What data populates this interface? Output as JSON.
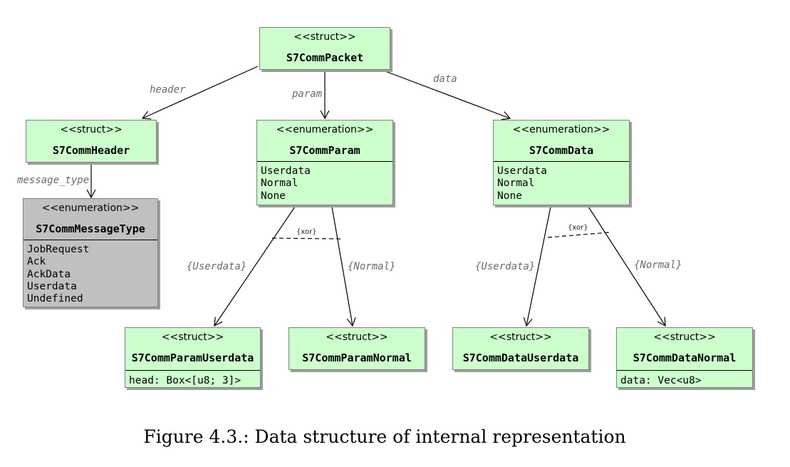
{
  "boxes": {
    "packet": {
      "stereotype": "<<struct>>",
      "name": "S7CommPacket",
      "attrs": []
    },
    "header": {
      "stereotype": "<<struct>>",
      "name": "S7CommHeader",
      "attrs": []
    },
    "param": {
      "stereotype": "<<enumeration>>",
      "name": "S7CommParam",
      "attrs": [
        "Userdata",
        "Normal",
        "None"
      ]
    },
    "data": {
      "stereotype": "<<enumeration>>",
      "name": "S7CommData",
      "attrs": [
        "Userdata",
        "Normal",
        "None"
      ]
    },
    "msgtype": {
      "stereotype": "<<enumeration>>",
      "name": "S7CommMessageType",
      "attrs": [
        "JobRequest",
        "Ack",
        "AckData",
        "Userdata",
        "Undefined"
      ]
    },
    "param_userdata": {
      "stereotype": "<<struct>>",
      "name": "S7CommParamUserdata",
      "attrs": [
        "head: Box<[u8; 3]>"
      ]
    },
    "param_normal": {
      "stereotype": "<<struct>>",
      "name": "S7CommParamNormal",
      "attrs": []
    },
    "data_userdata": {
      "stereotype": "<<struct>>",
      "name": "S7CommDataUserdata",
      "attrs": []
    },
    "data_normal": {
      "stereotype": "<<struct>>",
      "name": "S7CommDataNormal",
      "attrs": [
        "data: Vec<u8>"
      ]
    }
  },
  "edge_labels": {
    "header": "header",
    "param": "param",
    "data": "data",
    "message_type": "message_type",
    "param_userdata": "{Userdata}",
    "param_normal": "{Normal}",
    "data_userdata": "{Userdata}",
    "data_normal": "{Normal}",
    "xor_param": "{xor}",
    "xor_data": "{xor}"
  },
  "caption": "Figure 4.3.: Data structure of internal representation",
  "colors": {
    "class_fill": "#ccffcc",
    "enum_gray_fill": "#c0c0c0",
    "border": "#7f7f7f",
    "shadow": "#9e9e9e",
    "edge_label": "#6a6a6a"
  }
}
